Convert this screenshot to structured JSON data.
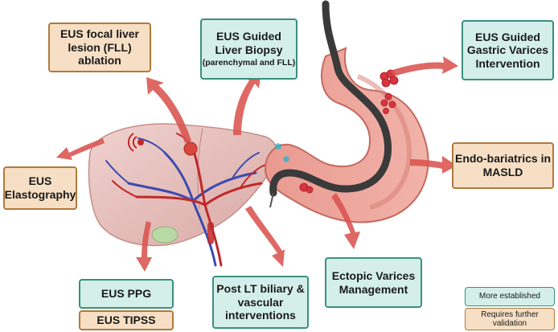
{
  "boxes": {
    "fll_ablation": "EUS focal liver lesion (FLL) ablation",
    "liver_biopsy_title": "EUS Guided Liver Biopsy",
    "liver_biopsy_sub": "(parenchymal and FLL)",
    "gastric_varices": "EUS Guided Gastric Varices Intervention",
    "elastography": "EUS Elastography",
    "endo_bariatrics": "Endo-bariatrics in MASLD",
    "ppg": "EUS PPG",
    "tipss": "EUS TIPSS",
    "post_lt": "Post LT biliary & vascular interventions",
    "ectopic": "Ectopic Varices Management"
  },
  "legend": {
    "established": "More established",
    "requires": "Requires further validation"
  },
  "colors": {
    "established_fill": "#d4efea",
    "established_border": "#3b8f7e",
    "requires_fill": "#f6dfc4",
    "requires_border": "#b07a3c",
    "arrow": "#d9534f",
    "liver": "#e9c3bf",
    "stomach": "#e58f86",
    "artery": "#c0282a",
    "vein": "#3a4bb0",
    "scope": "#3a3a3a"
  }
}
